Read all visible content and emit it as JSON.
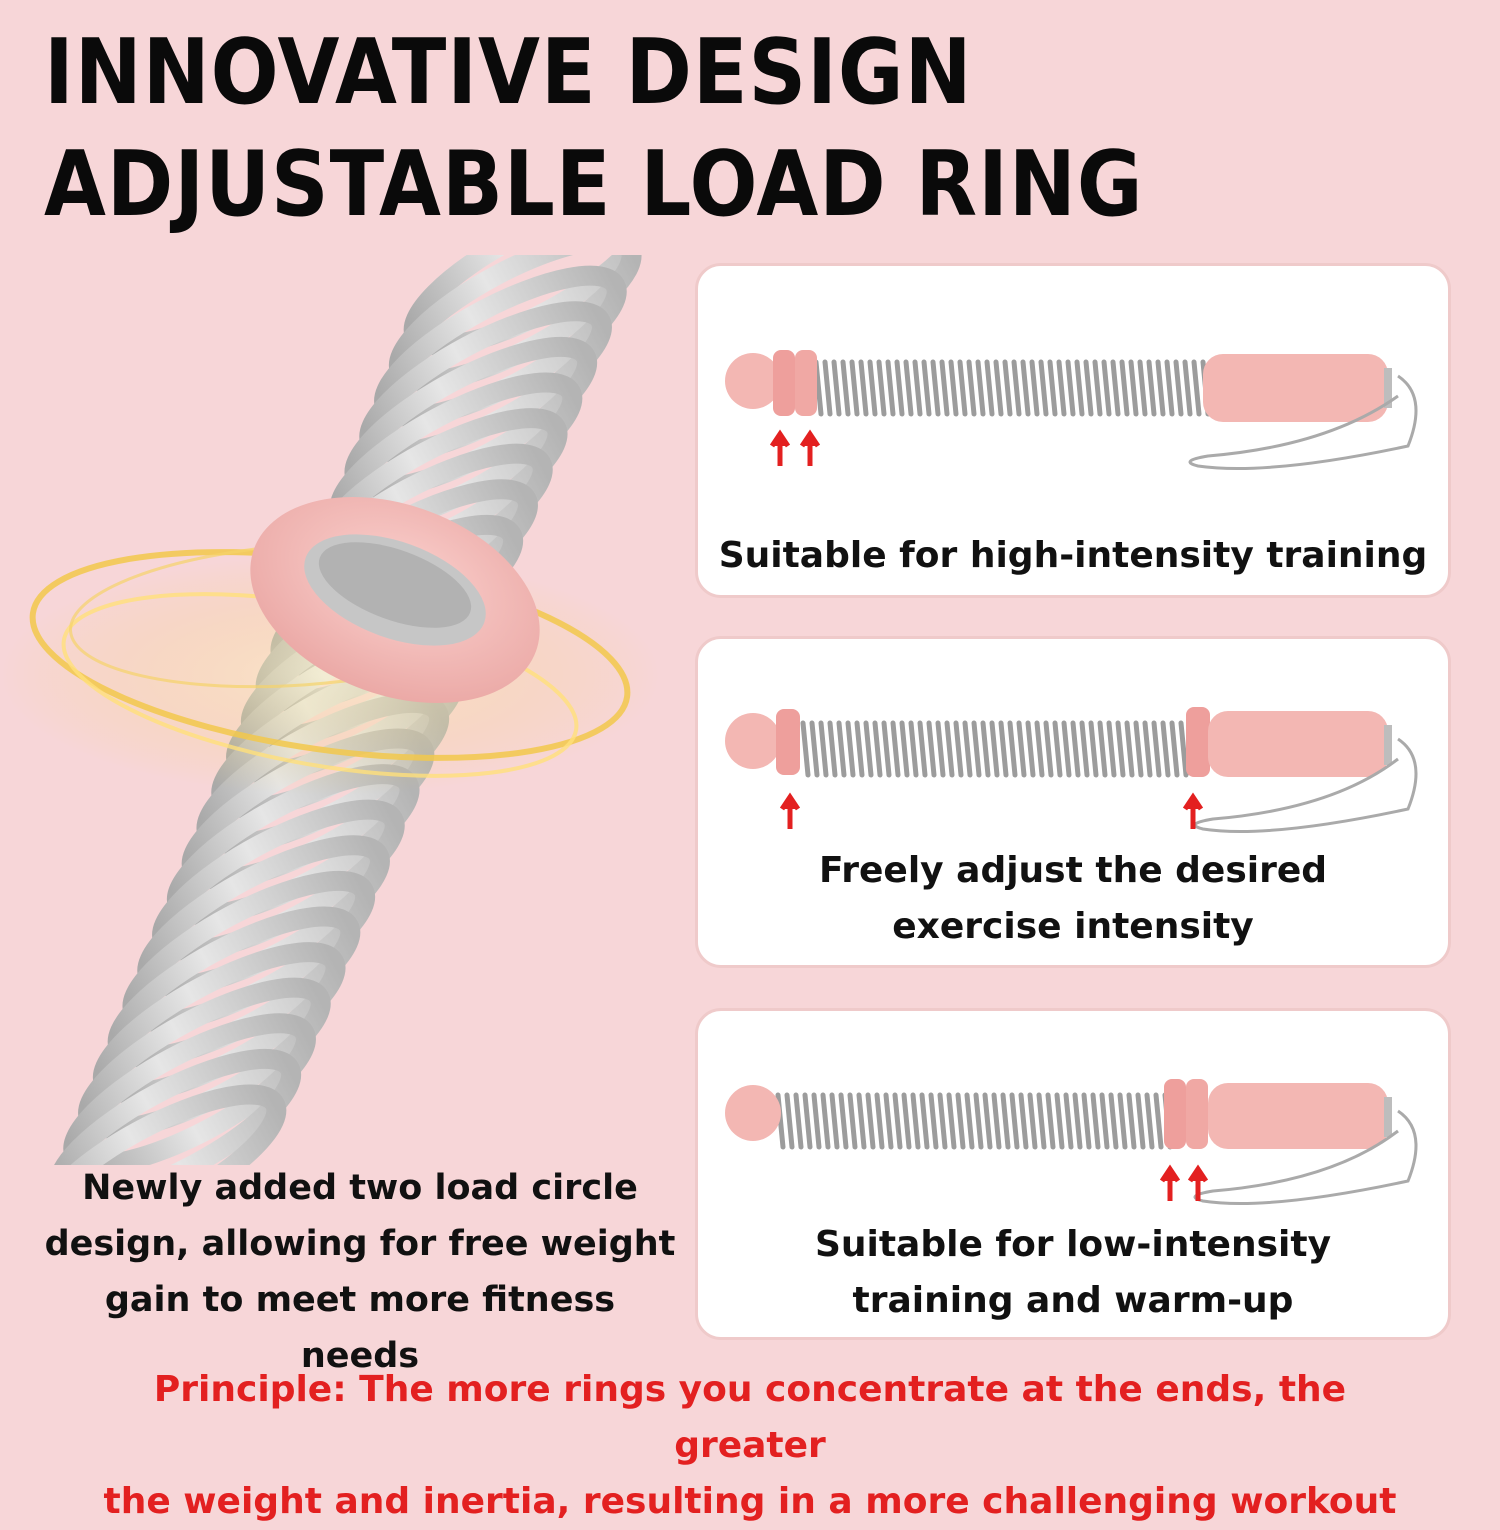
{
  "title_line1": "INNOVATIVE DESIGN",
  "title_line2": "ADJUSTABLE LOAD RING",
  "left_caption": [
    "Newly added two load circle",
    "design, allowing for free weight",
    "gain to meet more fitness needs"
  ],
  "cards": [
    {
      "caption": [
        "Suitable for high-intensity training"
      ]
    },
    {
      "caption": [
        "Freely adjust the desired",
        "exercise intensity"
      ]
    },
    {
      "caption": [
        "Suitable for low-intensity",
        "training and warm-up"
      ]
    }
  ],
  "principle": [
    "Principle:  The more rings you concentrate at the ends, the greater",
    "the weight and inertia, resulting in a more challenging workout"
  ],
  "colors": {
    "background": "#f7d6d8",
    "accent_red": "#e32020",
    "ring_pink": "#f4b6b4",
    "spring_gray": "#c9c9c9",
    "glow_gold": "#f2c84b"
  }
}
